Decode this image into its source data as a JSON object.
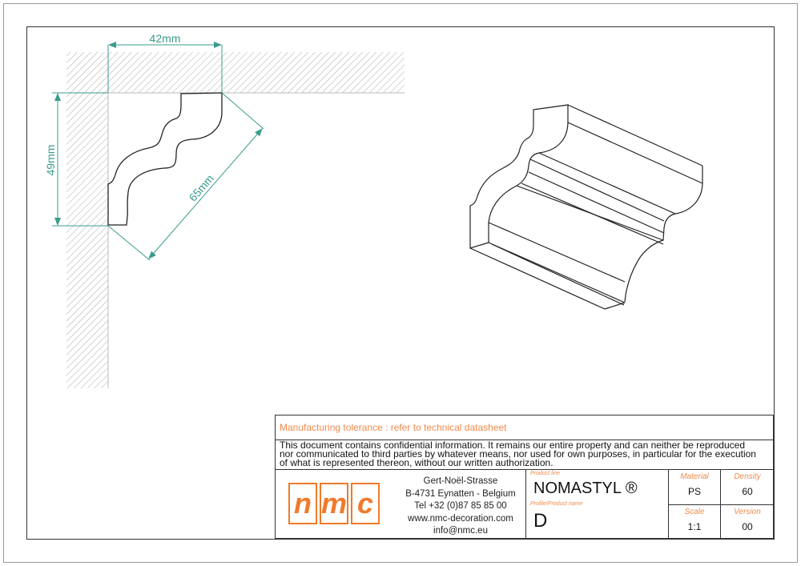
{
  "dimensions": {
    "width": "42mm",
    "height": "49mm",
    "diagonal": "65mm"
  },
  "title_block": {
    "tolerance": "Manufacturing tolerance : refer to technical datasheet",
    "confidential": [
      "This document contains confidential information. It remains our entire property and can neither be reproduced",
      "nor communicated to third parties by whatever means, nor used for own purposes, in particular for the execution",
      "of what is represented thereon, without our written authorization."
    ],
    "logo": [
      "n",
      "m",
      "c"
    ],
    "address": [
      "Gert-Noël-Strasse",
      "B-4731 Eynatten - Belgium",
      "Tel +32 (0)87 85 85 00",
      "www.nmc-decoration.com",
      "info@nmc.eu"
    ],
    "product_line_label": "Product line",
    "product_line": "NOMASTYL ®",
    "profile_label": "Profile/Product name",
    "profile": "D",
    "material_label": "Material",
    "material": "PS",
    "density_label": "Density",
    "density": "60",
    "scale_label": "Scale",
    "scale": "1:1",
    "version_label": "Version",
    "version": "00"
  },
  "colors": {
    "dimension": "#3a9c8c",
    "accent": "#f07a2a"
  }
}
